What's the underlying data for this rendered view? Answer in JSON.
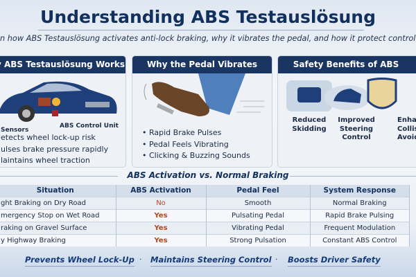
{
  "title": "Understanding ABS Testauslösung",
  "subtitle": "n how ABS Testauslösung activates anti-lock braking, why it vibrates the pedal, and how it protect control during emerge",
  "panels": [
    {
      "header": "y ABS Testauslösung Works",
      "labels": [
        "Sensors",
        "ABS Control Unit"
      ],
      "bullets": [
        "etects wheel lock-up risk",
        "ulses brake pressure rapidly",
        "laintains wheel traction"
      ]
    },
    {
      "header": "Why the Pedal Vibrates",
      "bullets": [
        "• Rapid Brake Pulses",
        "• Pedal Feels Vibrating",
        "• Clicking & Buzzing Sounds"
      ]
    },
    {
      "header": "Safety Benefits of ABS",
      "benefits": [
        "Reduced\nSkidding",
        "Improved\nSteering\nControl",
        "Enhan\nCollis\nAvoida"
      ]
    }
  ],
  "table": {
    "title": "ABS Activation vs. Normal Braking",
    "headers": [
      "Situation",
      "ABS Activation",
      "Pedal Feel",
      "System Response"
    ],
    "rows": [
      [
        "ght Braking on Dry Road",
        "No",
        "Smooth",
        "Normal Braking"
      ],
      [
        "mergency Stop on Wet Road",
        "Yes",
        "Pulsating Pedal",
        "Rapid Brake Pulsing"
      ],
      [
        "raking on Gravel Surface",
        "Yes",
        "Vibrating Pedal",
        "Frequent Modulation"
      ],
      [
        "y Highway Braking",
        "Yes",
        "Strong Pulsation",
        "Constant ABS Control"
      ]
    ]
  },
  "footer": [
    "Prevents Wheel Lock-Up",
    "Maintains Steering Control",
    "Boosts Driver Safety"
  ],
  "footer_separator": "·",
  "colors": {
    "navy": "#1b3563",
    "accent": "#b2481c"
  }
}
